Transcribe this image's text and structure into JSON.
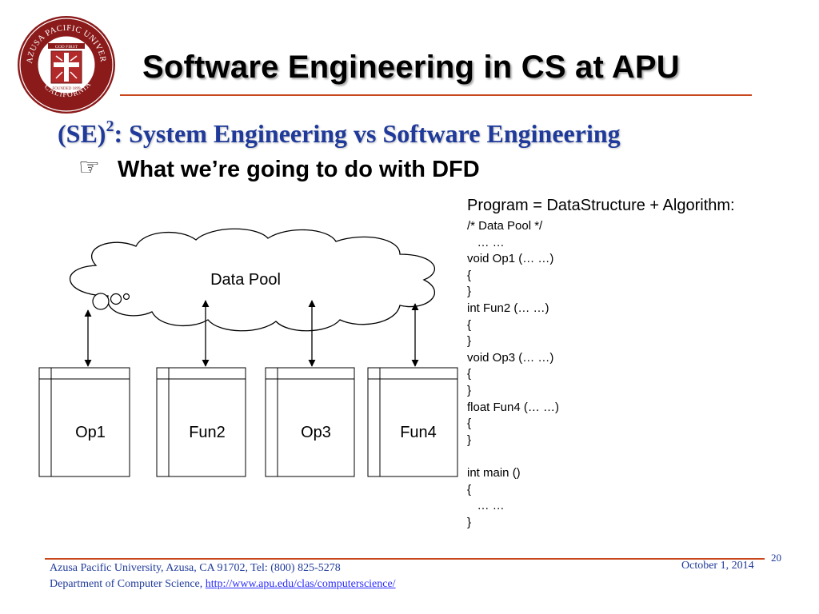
{
  "slide": {
    "title": "Software Engineering in CS at APU",
    "subtitle_main": "(SE)",
    "subtitle_sup": "2",
    "subtitle_rest": ": System Engineering vs Software Engineering",
    "bullet_icon": "pointing-hand-icon",
    "bullet_glyph": "☞",
    "bullet_text": "What we’re going to do with DFD"
  },
  "seal": {
    "ring_text": "AZUSA PACIFIC UNIVERSITY",
    "bottom_text": "CALIFORNIA",
    "motto": "GOD FIRST",
    "founded": "FOUNDED 1899",
    "colors": {
      "ring": "#8b1a1a",
      "inner": "#ffffff",
      "cross": "#8b1a1a"
    }
  },
  "diagram": {
    "cloud_label": "Data Pool",
    "boxes": [
      {
        "label": "Op1"
      },
      {
        "label": "Fun2"
      },
      {
        "label": "Op3"
      },
      {
        "label": "Fun4"
      }
    ]
  },
  "code": {
    "heading": "Program = DataStructure + Algorithm:",
    "lines": [
      "/* Data Pool */",
      "   … …",
      "void Op1 (… …)",
      "{",
      "}",
      "int Fun2 (… …)",
      "{",
      "}",
      "void Op3 (… …)",
      "{",
      "}",
      "float Fun4 (… …)",
      "{",
      "}",
      "",
      "int main ()",
      "{",
      "   … …",
      "}"
    ]
  },
  "footer": {
    "address": "Azusa Pacific University, Azusa, CA 91702, Tel:  (800) 825-5278",
    "dept_prefix": "Department of Computer Science, ",
    "dept_link": "http://www.apu.edu/clas/computerscience/",
    "date": "October 1, 2014",
    "page_number": "20"
  },
  "colors": {
    "accent_rule": "#c9471c",
    "subtitle": "#1f3a9a",
    "link": "#2a2aff"
  }
}
